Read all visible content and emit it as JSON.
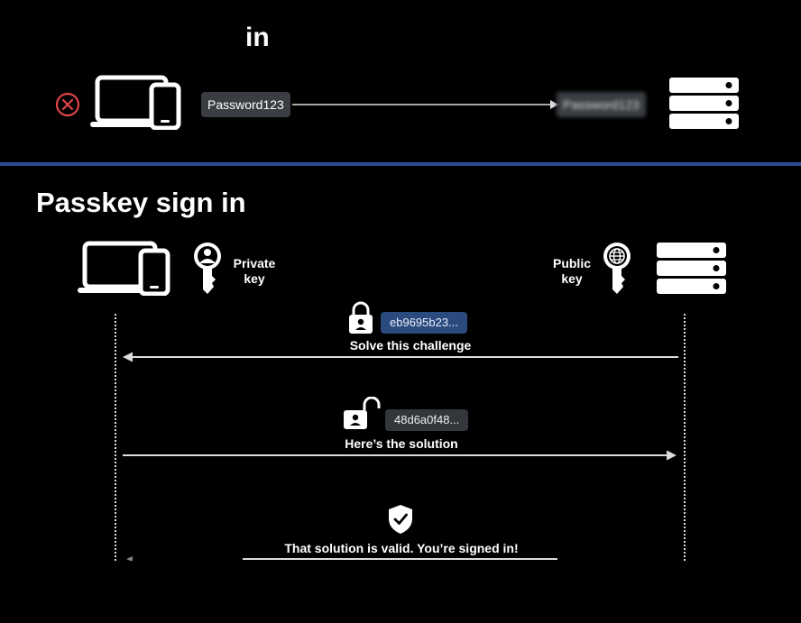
{
  "top": {
    "title_suffix": "in",
    "sent_password": "Password123",
    "received_password": "Password123"
  },
  "passkey": {
    "title": "Passkey sign in",
    "private_key_label_line1": "Private",
    "private_key_label_line2": "key",
    "public_key_label_line1": "Public",
    "public_key_label_line2": "key",
    "challenge_code": "eb9695b23...",
    "challenge_text": "Solve this challenge",
    "solution_code": "48d6a0f48...",
    "solution_text": "Here’s the solution",
    "valid_text": "That solution is valid. You’re signed in!"
  },
  "colors": {
    "error": "#e0444a",
    "divider": "#2a4d91",
    "challenge_pill": "#2b4a7e",
    "solution_pill": "#33363b"
  }
}
